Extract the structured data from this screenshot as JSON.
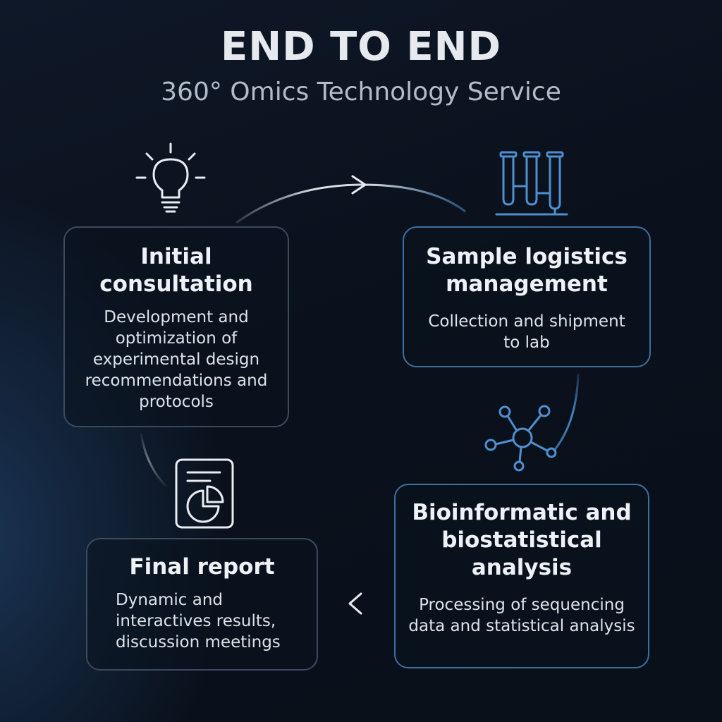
{
  "header": {
    "title": "END TO END",
    "subtitle": "360° Omics Technology Service"
  },
  "steps": [
    {
      "heading": "Initial consultation",
      "description": "Development and optimization of experimental design recommendations and protocols",
      "icon": "lightbulb-icon"
    },
    {
      "heading": "Sample logistics management",
      "description": "Collection and shipment to lab",
      "icon": "test-tubes-icon"
    },
    {
      "heading": "Bioinformatic and biostatistical analysis",
      "description": "Processing of sequencing data and statistical analysis",
      "icon": "network-nodes-icon"
    },
    {
      "heading": "Final report",
      "description": "Dynamic and interactives results, discussion meetings",
      "icon": "report-document-icon"
    }
  ],
  "colors": {
    "accent_blue": "#4f8fd0",
    "connector_white": "#e8edf3",
    "card_border": "#3c4a5e"
  }
}
